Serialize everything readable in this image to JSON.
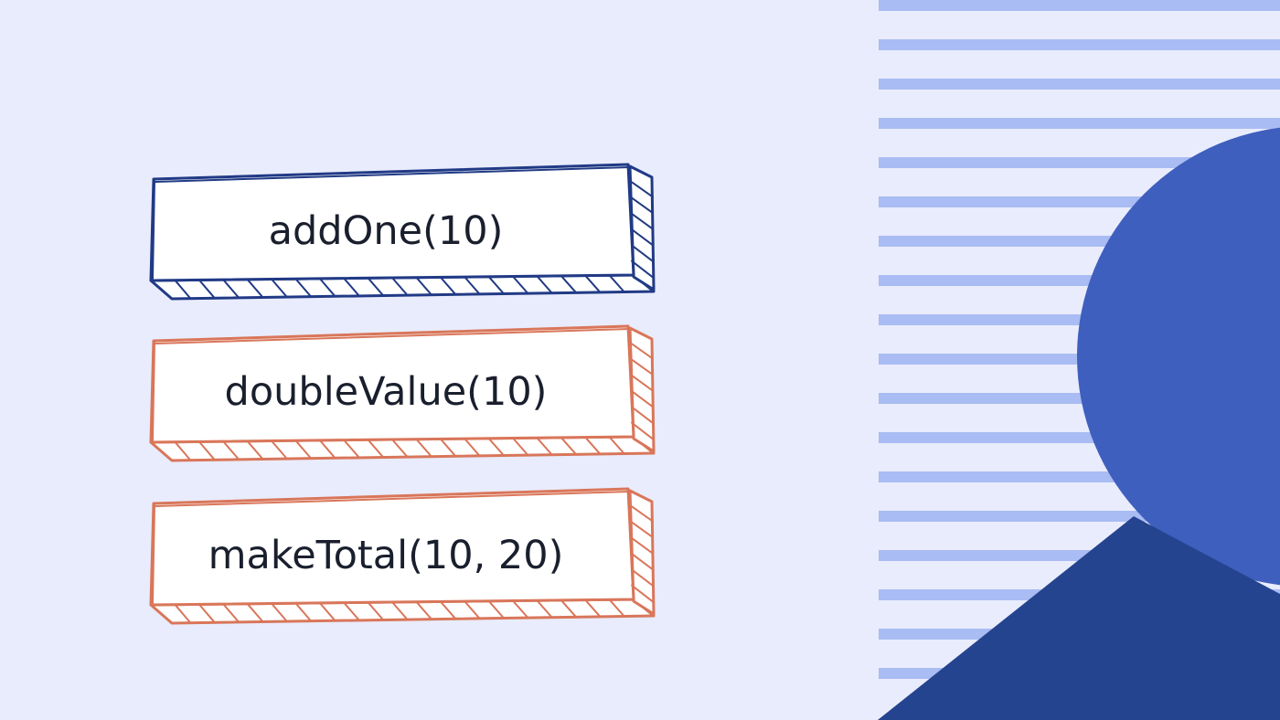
{
  "colors": {
    "background": "#e9ecfc",
    "stripes": "#a9bcf3",
    "circle": "#3f5fbe",
    "triangle": "#25448f",
    "block_fill": "#ffffff",
    "block_outline_primary": "#213a86",
    "block_outline_secondary": "#d9765a"
  },
  "stack": {
    "blocks": [
      {
        "label": "addOne(10)",
        "outline": "primary"
      },
      {
        "label": "doubleValue(10)",
        "outline": "secondary"
      },
      {
        "label": "makeTotal(10, 20)",
        "outline": "secondary"
      }
    ]
  }
}
